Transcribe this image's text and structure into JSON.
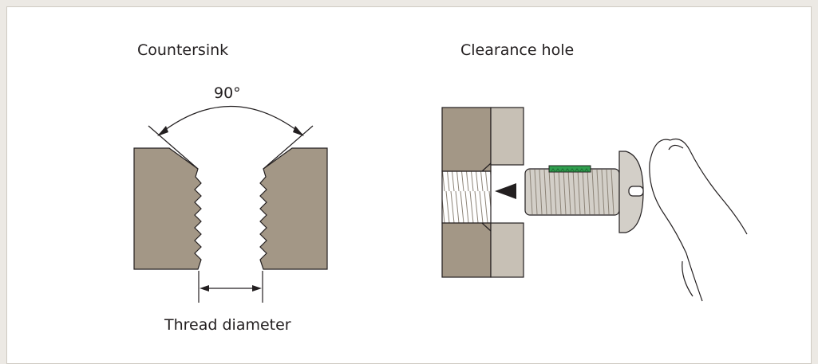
{
  "labels": {
    "countersink": "Countersink",
    "clearance_hole": "Clearance hole",
    "angle": "90°",
    "thread_diameter": "Thread diameter"
  },
  "colors": {
    "background": "#ece9e4",
    "panel": "#ffffff",
    "tapped_part": "#a39786",
    "clearance_part": "#c7c0b5",
    "screw": "#d3cfc8",
    "thread_locker": "#2f9e4e",
    "line": "#231f20"
  },
  "icons": {
    "angle_marker": "angle-arc-icon",
    "dimension_marker": "dimension-arrow-icon",
    "insertion_marker": "arrowhead-icon",
    "hand": "finger-icon"
  }
}
